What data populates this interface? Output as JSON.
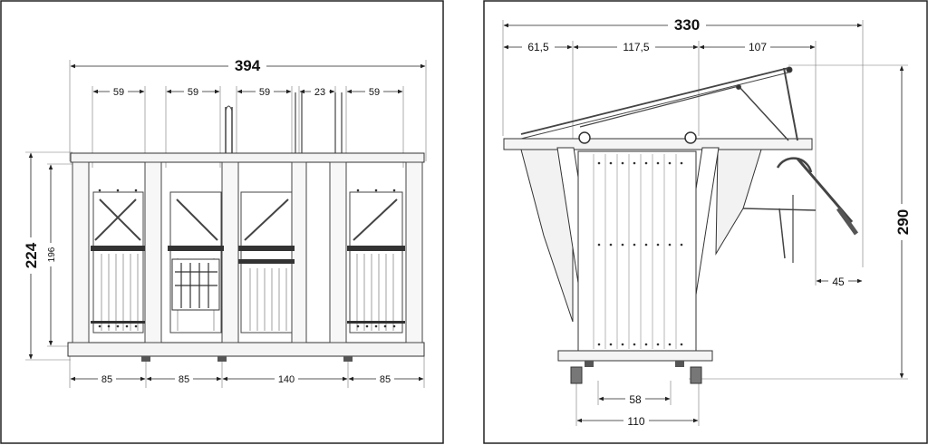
{
  "front_view": {
    "overall_width": "394",
    "overall_height": "224",
    "inner_height": "196",
    "top_segments": [
      "59",
      "59",
      "59",
      "23",
      "59"
    ],
    "bottom_segments": [
      "85",
      "85",
      "140",
      "85"
    ]
  },
  "side_view": {
    "overall_width": "330",
    "overall_height": "290",
    "top_segments": [
      "61,5",
      "117,5",
      "107"
    ],
    "lever_offset": "45",
    "base_inner": "58",
    "base_outer": "110"
  }
}
